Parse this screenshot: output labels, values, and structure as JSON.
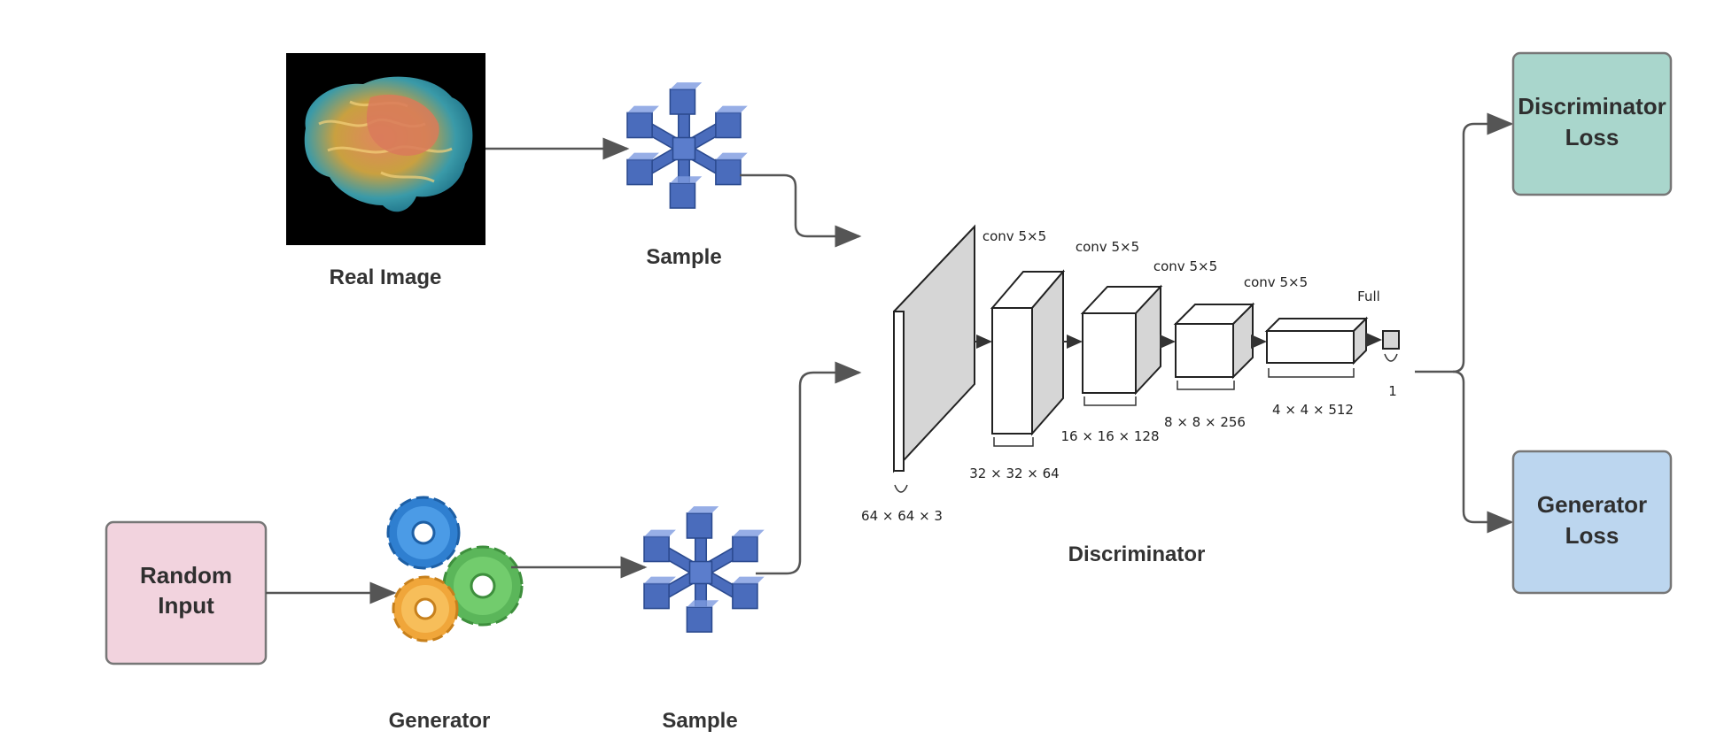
{
  "real_image": {
    "label": "Real Image"
  },
  "sample_top": {
    "label": "Sample"
  },
  "sample_bottom": {
    "label": "Sample"
  },
  "generator": {
    "label": "Generator"
  },
  "random_input": {
    "line1": "Random",
    "line2": "Input",
    "fill": "#f2d3de"
  },
  "discriminator": {
    "label": "Discriminator",
    "layers": [
      {
        "dims": "64 × 64 × 3"
      },
      {
        "op": "conv 5×5",
        "dims": "32 × 32 × 64"
      },
      {
        "op": "conv 5×5",
        "dims": "16 × 16 × 128"
      },
      {
        "op": "conv 5×5",
        "dims": "8 × 8 × 256"
      },
      {
        "op": "conv 5×5",
        "dims": "4 × 4 × 512"
      },
      {
        "op": "Full",
        "dims": "1"
      }
    ]
  },
  "discriminator_loss": {
    "line1": "Discriminator",
    "line2": "Loss",
    "fill": "#a9d6cc"
  },
  "generator_loss": {
    "line1": "Generator",
    "line2": "Loss",
    "fill": "#bcd6ef"
  },
  "colors": {
    "sample_icon": "#3f5fae",
    "gear_blue": "#2f7fd0",
    "gear_green": "#5bb65a",
    "gear_orange": "#f0a63a",
    "layer_face": "#ffffff",
    "layer_side": "#d6d6d6"
  }
}
